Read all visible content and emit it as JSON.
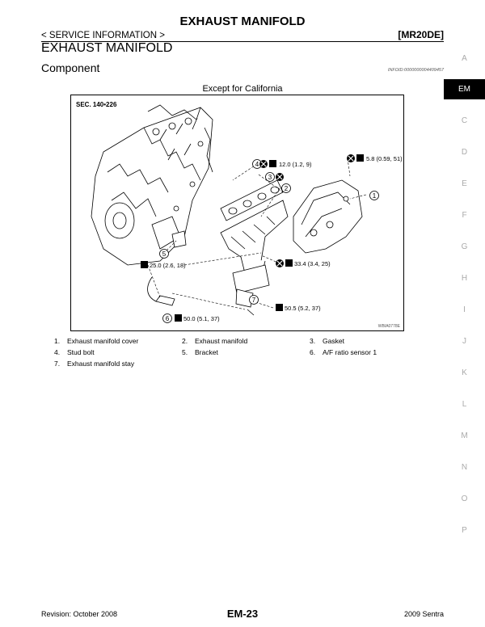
{
  "header": {
    "title": "EXHAUST MANIFOLD",
    "breadcrumb": "< SERVICE INFORMATION >",
    "engine_code": "[MR20DE]"
  },
  "section": {
    "title": "EXHAUST MANIFOLD",
    "subtitle": "Component",
    "ref_code": "INFOID:0000000004409457"
  },
  "figure": {
    "caption": "Except for California",
    "section_ref": "SEC. 140•226",
    "image_id": "WBIA0778E",
    "callouts": {
      "c1": "1",
      "c2": "2",
      "c3": "3",
      "c4": "4",
      "c5": "5",
      "c6": "6",
      "c7": "7"
    },
    "torques": {
      "t1": "12.0 (1.2, 9)",
      "t2": "5.8 (0.59, 51)",
      "t3": "33.4 (3.4, 25)",
      "t4": "25.0 (2.6, 18)",
      "t5": "50.5 (5.2, 37)",
      "t6": "50.0 (5.1, 37)"
    }
  },
  "legend": [
    {
      "num": "1.",
      "label": "Exhaust manifold cover"
    },
    {
      "num": "2.",
      "label": "Exhaust manifold"
    },
    {
      "num": "3.",
      "label": "Gasket"
    },
    {
      "num": "4.",
      "label": "Stud bolt"
    },
    {
      "num": "5.",
      "label": "Bracket"
    },
    {
      "num": "6.",
      "label": "A/F ratio sensor 1"
    },
    {
      "num": "7.",
      "label": "Exhaust manifold stay"
    }
  ],
  "side_tabs": [
    "A",
    "EM",
    "C",
    "D",
    "E",
    "F",
    "G",
    "H",
    "I",
    "J",
    "K",
    "L",
    "M",
    "N",
    "O",
    "P"
  ],
  "active_tab": "EM",
  "footer": {
    "revision": "Revision: October 2008",
    "page": "EM-23",
    "model": "2009 Sentra"
  }
}
